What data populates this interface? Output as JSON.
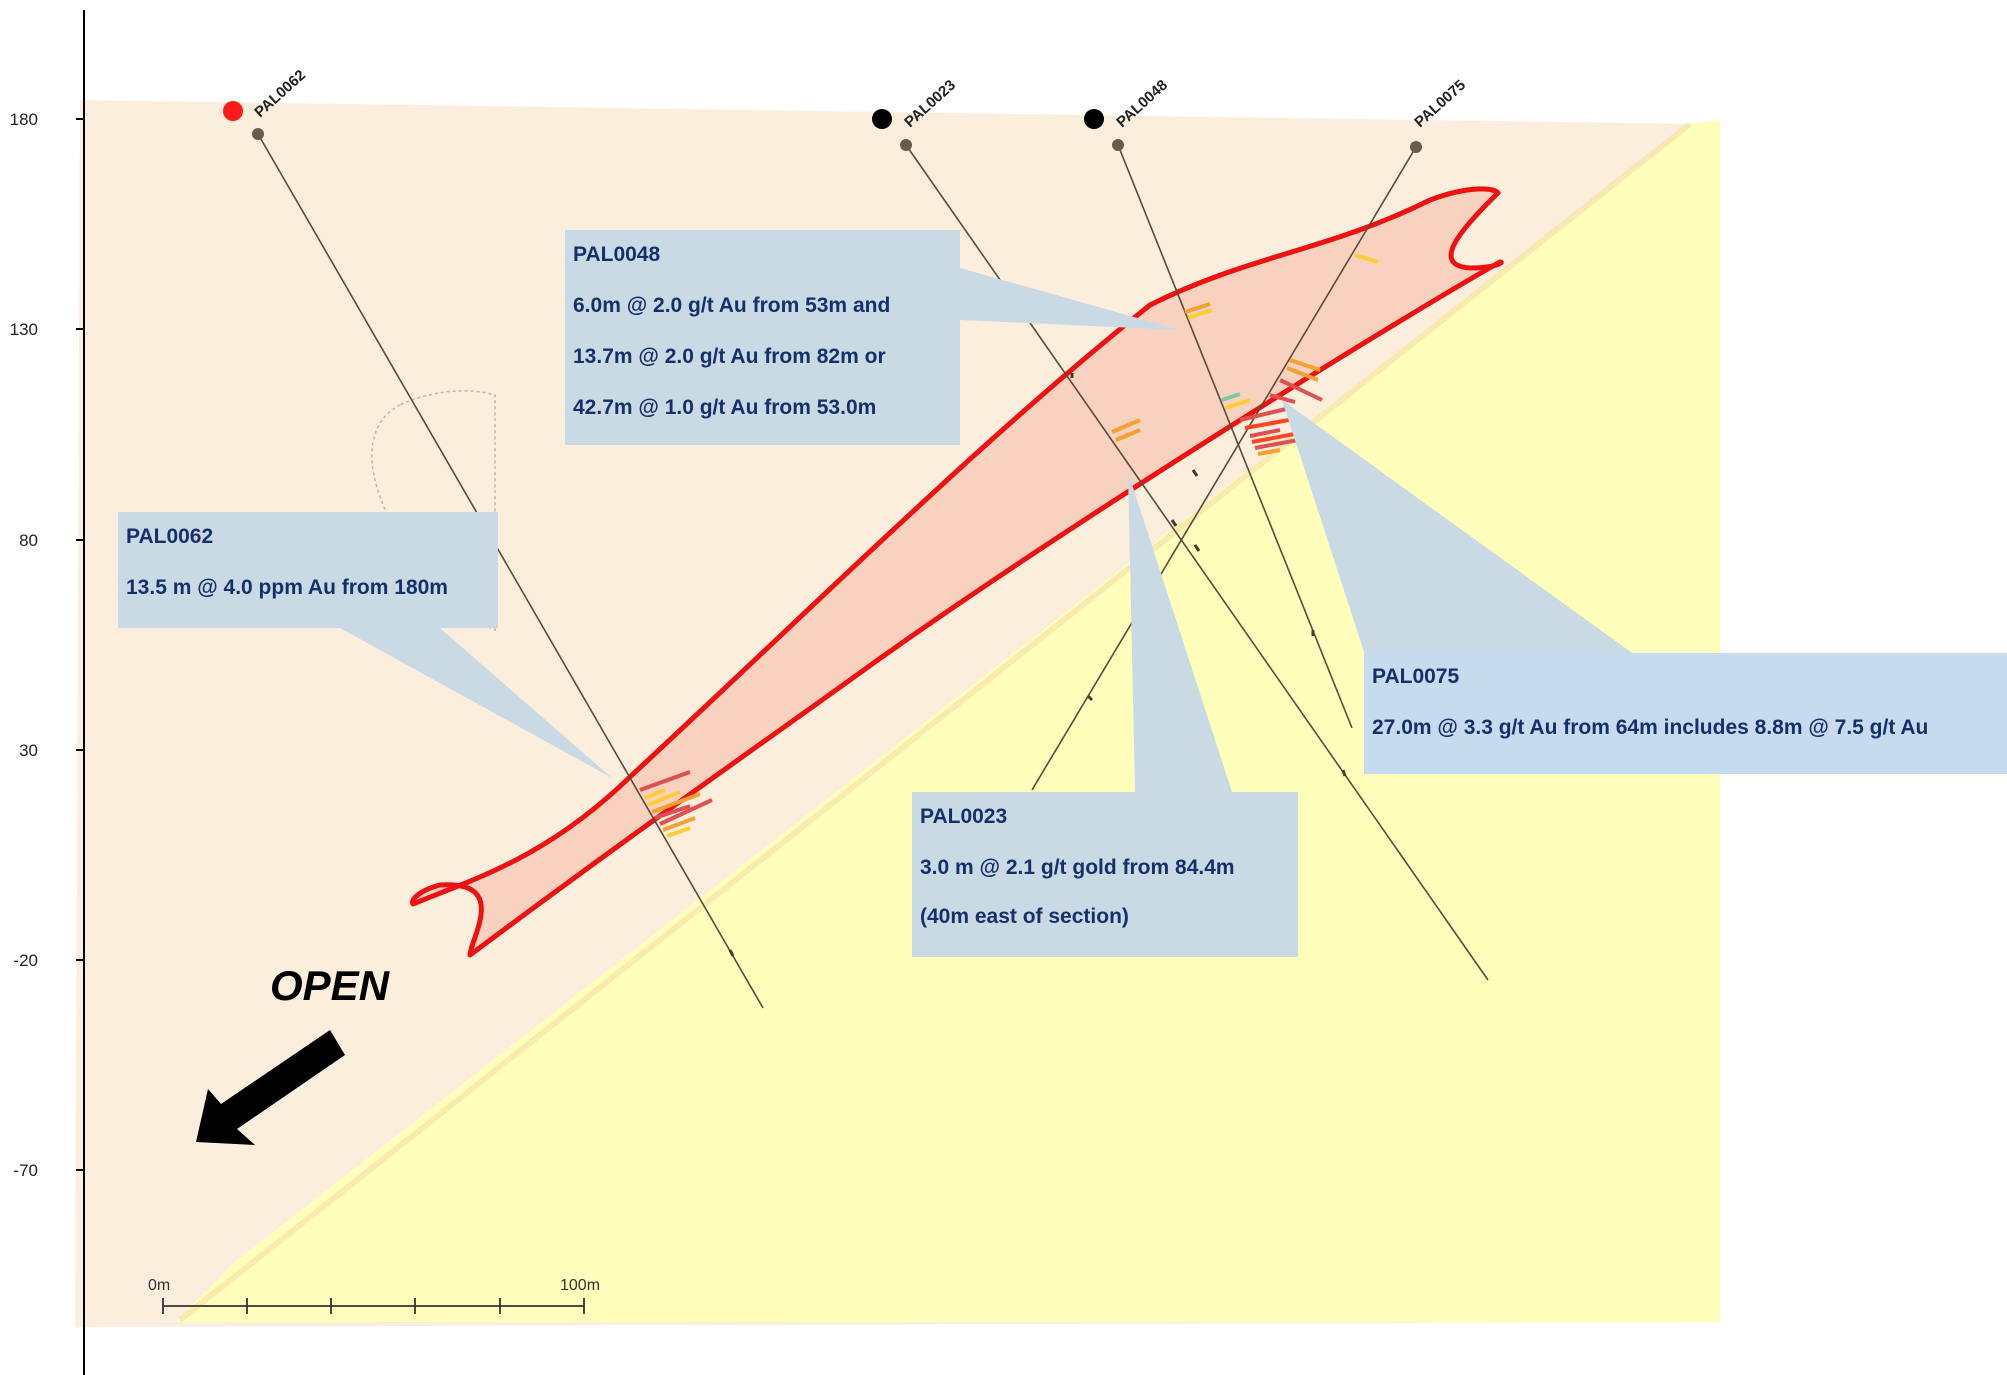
{
  "y_axis": {
    "ticks": [
      "180",
      "130",
      "80",
      "30",
      "-20",
      "-70"
    ]
  },
  "drill_holes": [
    {
      "id": "PAL0062",
      "collar_marker_color": "#ff1a1a"
    },
    {
      "id": "PAL0023",
      "collar_marker_color": "#000000"
    },
    {
      "id": "PAL0048",
      "collar_marker_color": "#000000"
    },
    {
      "id": "PAL0075",
      "collar_marker_color": null
    }
  ],
  "callouts": {
    "pal0048": {
      "title": "PAL0048",
      "lines": [
        "6.0m @ 2.0 g/t Au from 53m and",
        "13.7m @ 2.0 g/t Au from 82m or",
        "42.7m @ 1.0 g/t Au from 53.0m"
      ]
    },
    "pal0062": {
      "title": "PAL0062",
      "lines": [
        "13.5 m @ 4.0 ppm Au from 180m"
      ]
    },
    "pal0075": {
      "title": "PAL0075",
      "lines": [
        "27.0m @ 3.3 g/t Au  from 64m includes 8.8m @ 7.5 g/t Au"
      ]
    },
    "pal0023": {
      "title": "PAL0023",
      "lines": [
        "3.0 m @ 2.1 g/t gold from 84.4m",
        "(40m east of section)"
      ]
    }
  },
  "open_label": "OPEN",
  "scale_bar": {
    "start_label": "0m",
    "end_label": "100m"
  },
  "colors": {
    "cover": "#fbeedd",
    "basement": "#ffffbb",
    "mineralised_zone_fill": "#f8d2bf",
    "mineralised_zone_outline": "#ee1111",
    "callout_box": "#c9dae5",
    "callout_box_alt": "#c6dbee",
    "callout_text": "#15306a",
    "hole_trace": "#5a4a3a"
  }
}
